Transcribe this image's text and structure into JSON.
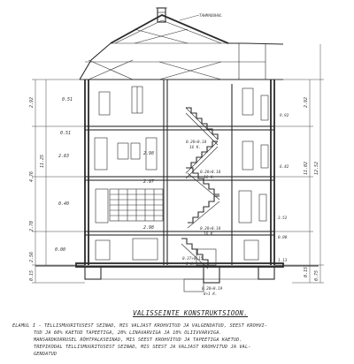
{
  "title": "VALISSEINTE KONSTRUKTSIOON.",
  "label_chimney": "TAHMAOUHVL",
  "caption": {
    "lines": [
      "ELAMUL I - TELLISMUURITUSEST SEINAD, MIS VALJAST KROHVITUD JA VALGENDATUD, SEEST KROHVI-",
      "TUD JA 60% KAETUD TAPEETIGA, 20% LINAVARVIGA JA 10% OLIIVVARVIGA.",
      "MANSARDKORRUSEL RÕHTPALKSEINAD, MIS SEEST KROHVITUD JA TAPEETIGA KAETUD.",
      "TREPIKODAL TELLISMUURITUSEST SEINAD, MIS SEEST JA VALJAST KROHVITUD JA VAL-",
      "GENDATUD"
    ]
  },
  "dimensions_left": [
    "2.92",
    "4.76",
    "11.25",
    "2.78",
    "2.56",
    "0.15"
  ],
  "dimensions_right": [
    "2.92",
    "11.02",
    "12.52",
    "0.15",
    "0.75"
  ],
  "level_labels": [
    "0.51",
    "0.51",
    "0.40",
    "2.63",
    "2.98",
    "2.97",
    "2.98",
    "0.00"
  ],
  "room_labels": [
    "0.28÷0.18",
    "16 K.",
    "0.28÷0.18",
    "16 K.",
    "0.28÷0.18",
    "16 K.",
    "0.37÷0.15",
    "3 K.",
    "0.28÷0.19",
    "8÷1 K."
  ],
  "right_marks": [
    "9.92",
    "6.42",
    "3.52",
    "0.00",
    "1.13"
  ]
}
